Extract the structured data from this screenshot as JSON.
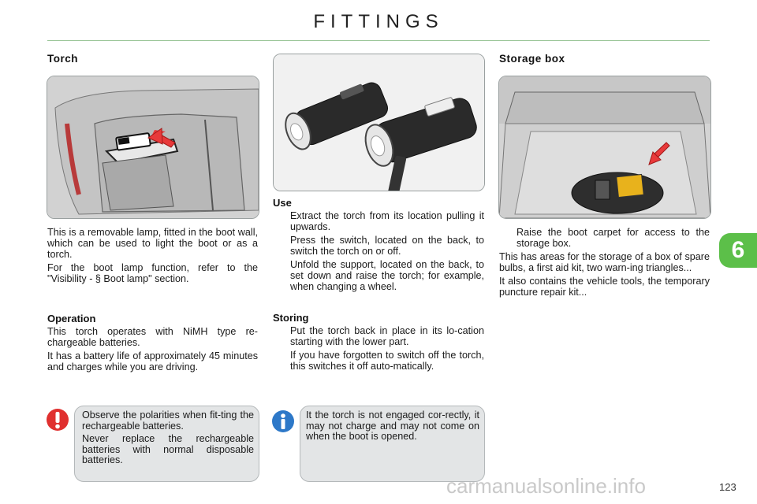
{
  "header": {
    "title": "FITTINGS"
  },
  "torch": {
    "heading": "Torch",
    "p1": "This is a removable lamp, fitted in the boot wall, which can be used to light the boot or as a torch.",
    "p2": "For the boot lamp function, refer to the \"Visibility - § Boot lamp\" section."
  },
  "operation": {
    "heading": "Operation",
    "p1": "This torch operates with NiMH type re-chargeable batteries.",
    "p2": "It has a battery life of approximately 45 minutes and charges while you are driving."
  },
  "warning": {
    "icon": "exclamation-icon",
    "color": "#e0302f",
    "p1": "Observe the polarities when fit-ting the rechargeable batteries.",
    "p2": "Never replace the rechargeable batteries with normal disposable batteries."
  },
  "use": {
    "heading": "Use",
    "items": [
      "Extract the torch from its location pulling it upwards.",
      "Press the switch, located on the back, to switch the torch on or off.",
      "Unfold the support, located on the back, to set down and raise the torch; for example, when changing a wheel."
    ]
  },
  "storing": {
    "heading": "Storing",
    "item": "Put the torch back in place in its lo-cation starting with the lower part.",
    "p": "If you have forgotten to switch off the torch, this switches it off auto-matically."
  },
  "info": {
    "icon": "info-icon",
    "color": "#2d78c8",
    "p1": "It the torch is not engaged cor-rectly, it may not charge and may not come on when the boot is opened."
  },
  "storage": {
    "heading": "Storage box",
    "item": "Raise the boot carpet for access to the storage box.",
    "p1": "This has areas for the storage of a box of spare bulbs, a first aid kit, two warn-ing triangles...",
    "p2": "It also contains the vehicle tools, the temporary puncture repair kit..."
  },
  "bullet_glyph": "",
  "chapter_tab": {
    "label": "6",
    "color": "#5cbf49"
  },
  "page": {
    "number": "123"
  },
  "watermark": "carmanualsonline.info"
}
